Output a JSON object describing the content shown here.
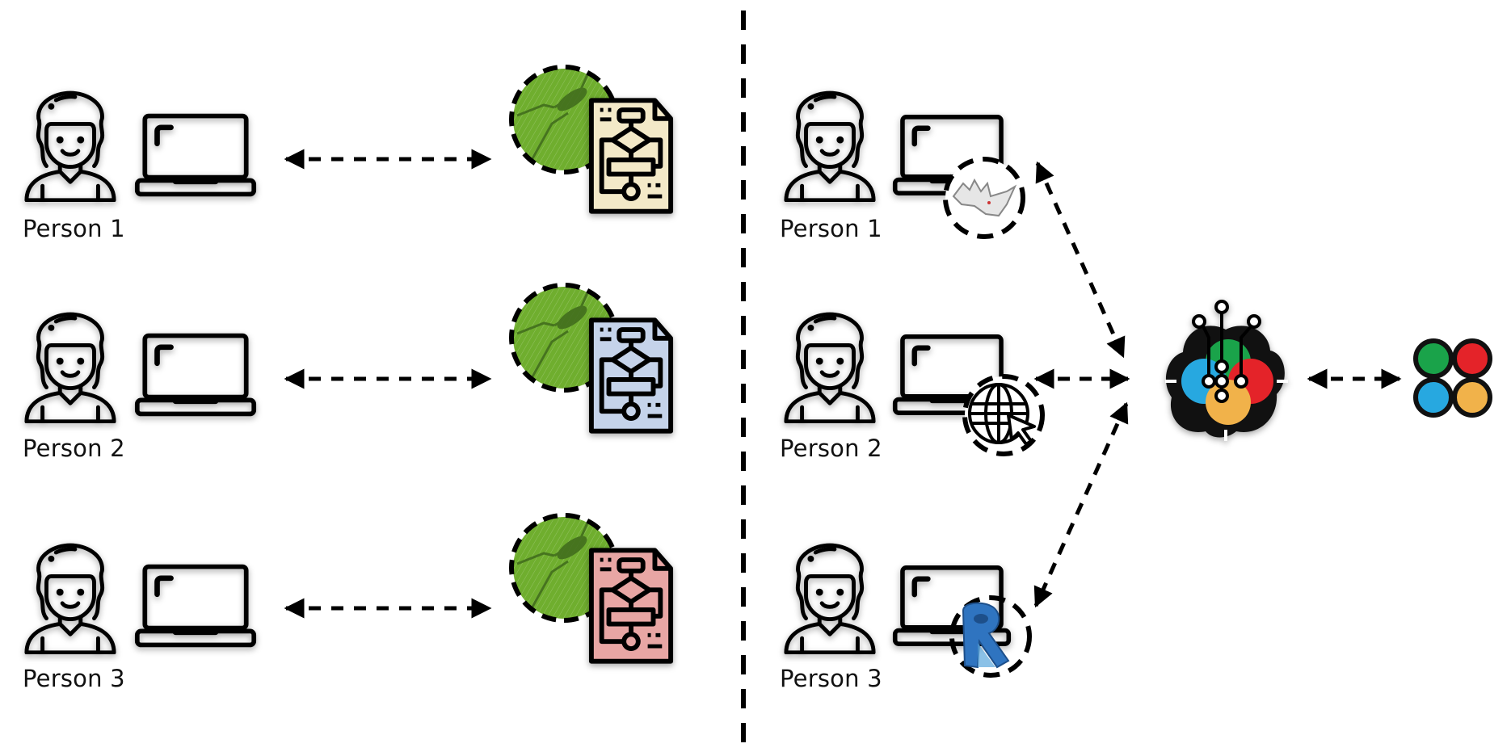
{
  "left_panel": {
    "rows": [
      {
        "person_label": "Person 1",
        "doc_color": "#f3e9c8",
        "doc_name": "grasshopper-definition-1"
      },
      {
        "person_label": "Person 2",
        "doc_color": "#c5d3ea",
        "doc_name": "grasshopper-definition-2"
      },
      {
        "person_label": "Person 3",
        "doc_color": "#e8a6a4",
        "doc_name": "grasshopper-definition-3"
      }
    ],
    "connector": "bidirectional-dashed-arrow"
  },
  "right_panel": {
    "rows": [
      {
        "person_label": "Person 1",
        "app_icon": "rhino-icon"
      },
      {
        "person_label": "Person 2",
        "app_icon": "web-globe-icon"
      },
      {
        "person_label": "Person 3",
        "app_icon": "revit-icon"
      }
    ],
    "hub": "speckle-server-logo",
    "target": "four-circle-logo"
  },
  "colors": {
    "grasshopper_green": "#6fae2e",
    "hub_green": "#1aa34a",
    "hub_red": "#e42329",
    "hub_blue": "#27a8e0",
    "hub_orange": "#f1b24a",
    "revit_blue": "#2f74c0"
  }
}
